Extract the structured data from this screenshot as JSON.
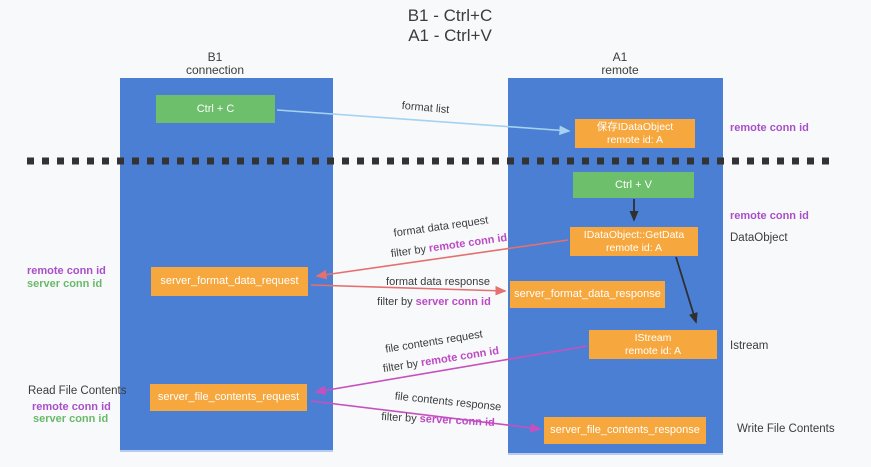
{
  "title": {
    "line1": "B1 - Ctrl+C",
    "line2": "A1 - Ctrl+V"
  },
  "lifelines": {
    "left": {
      "name": "B1",
      "role": "connection"
    },
    "right": {
      "name": "A1",
      "role": "remote"
    }
  },
  "boxes": {
    "ctrl_c": {
      "label": "Ctrl + C"
    },
    "ctrl_v": {
      "label": "Ctrl + V"
    },
    "save_dataobject": {
      "line1": "保存IDataObject",
      "line2": "remote id: A"
    },
    "getdata": {
      "line1": "IDataObject::GetData",
      "line2": "remote id: A"
    },
    "istream": {
      "line1": "IStream",
      "line2": "remote id: A"
    },
    "server_format_data_request": {
      "label": "server_format_data_request"
    },
    "server_format_data_response": {
      "label": "server_format_data_response"
    },
    "server_file_contents_request": {
      "label": "server_file_contents_request"
    },
    "server_file_contents_response": {
      "label": "server_file_contents_response"
    }
  },
  "arrow_labels": {
    "format_list": "format list",
    "format_data_request": "format data request",
    "format_data_response": "format data response",
    "file_contents_request": "file contents request",
    "file_contents_response": "file contents response",
    "filter_by": "filter by"
  },
  "shared": {
    "remote_conn_id": "remote conn id",
    "server_conn_id": "server conn id"
  },
  "side_labels": {
    "dataobject": "DataObject",
    "istream": "Istream",
    "write_file_contents": "Write File Contents",
    "read_file_contents": "Read File Contents"
  },
  "colors": {
    "lane_blue": "#4b7fd3",
    "box_green": "#6dbf6b",
    "box_orange": "#f6a73d",
    "arrow_lightblue": "#a5d2f0",
    "arrow_red": "#e57070",
    "arrow_magenta": "#c750c0",
    "arrow_black": "#2f2f2f",
    "text_purple": "#a94fc9",
    "text_green": "#6ab96a",
    "text_dark": "#3c3c3c"
  }
}
